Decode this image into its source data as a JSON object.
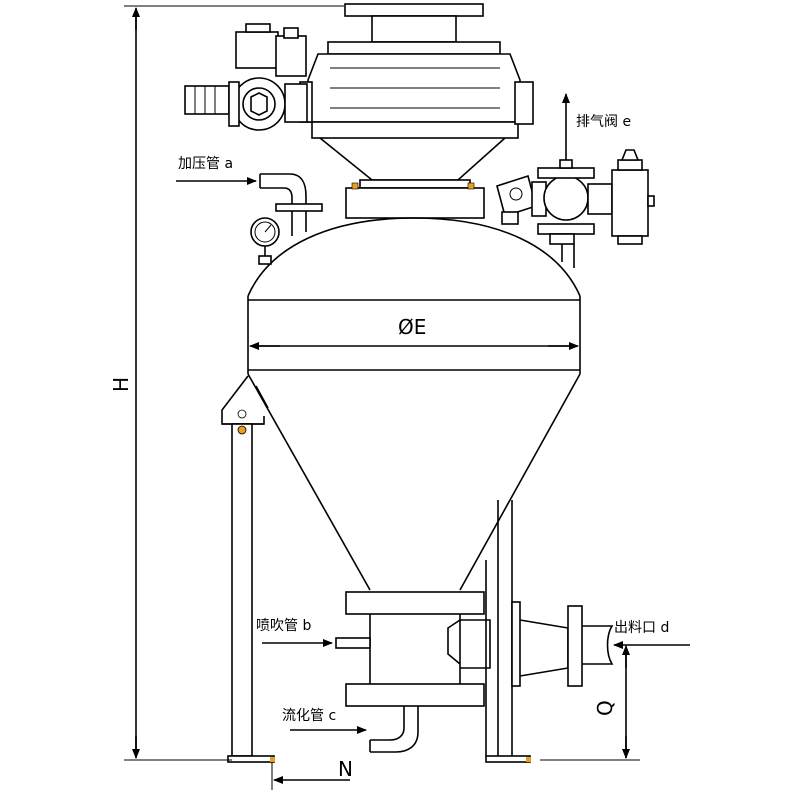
{
  "labels": {
    "pressurize_pipe": "加压管 a",
    "exhaust_valve": "排气阀 e",
    "blow_pipe": "喷吹管 b",
    "discharge": "出料口 d",
    "fluidize_pipe": "流化管 c"
  },
  "dimensions": {
    "height": "H",
    "diameter": "ØE",
    "offset_n": "N",
    "outlet_height": "Q"
  }
}
